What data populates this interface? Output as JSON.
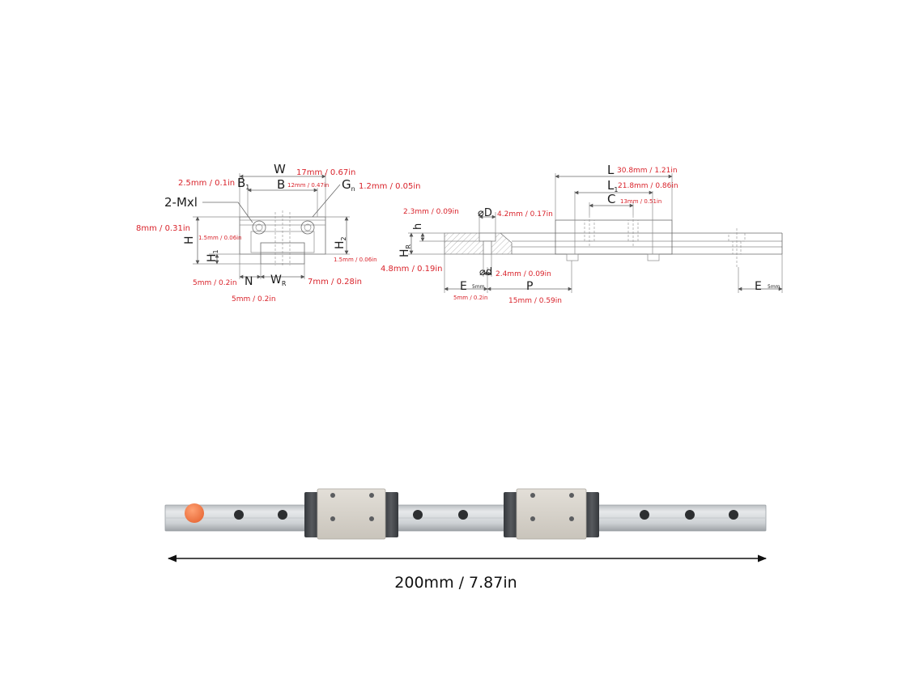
{
  "cross_section": {
    "labels": {
      "W": "W",
      "B": "B",
      "B1": "B",
      "B1_sub": "1",
      "Gn": "G",
      "Gn_sub": "n",
      "mxl": "2-Mxl",
      "H": "H",
      "H1": "H",
      "H1_sub": "1",
      "H2": "H",
      "H2_sub": "2",
      "N": "N",
      "WR": "W",
      "WR_sub": "R"
    },
    "dims": {
      "W": "17mm / 0.67in",
      "B": "12mm / 0.47in",
      "B1": "2.5mm / 0.1in",
      "Gn": "1.2mm / 0.05in",
      "H": "8mm / 0.31in",
      "H_inner": "1.5mm / 0.06in",
      "H2": "1.5mm / 0.06in",
      "H1": "5mm / 0.2in",
      "N": "5mm / 0.2in",
      "WR": "7mm / 0.28in"
    }
  },
  "side_view": {
    "labels": {
      "L": "L",
      "L1": "L",
      "L1_sub": "1",
      "C": "C",
      "D": "⌀D",
      "d": "⌀d",
      "h": "h",
      "HR": "H",
      "HR_sub": "R",
      "E": "E",
      "E_small": "5mm",
      "P": "P",
      "E_right": "E",
      "E_right_small": "5mm"
    },
    "dims": {
      "L": "30.8mm / 1.21in",
      "L1": "21.8mm / 0.86in",
      "C": "13mm / 0.51in",
      "D": "4.2mm / 0.17in",
      "h": "2.3mm / 0.09in",
      "HR": "4.8mm / 0.19in",
      "d": "2.4mm / 0.09in",
      "E": "5mm / 0.2in",
      "P": "15mm / 0.59in"
    }
  },
  "product": {
    "length_label": "200mm / 7.87in",
    "colors": {
      "rail": "#d4d7da",
      "block_body": "#d9d4cc",
      "end_cap": "#45484c",
      "plug": "#f07b4a"
    }
  }
}
